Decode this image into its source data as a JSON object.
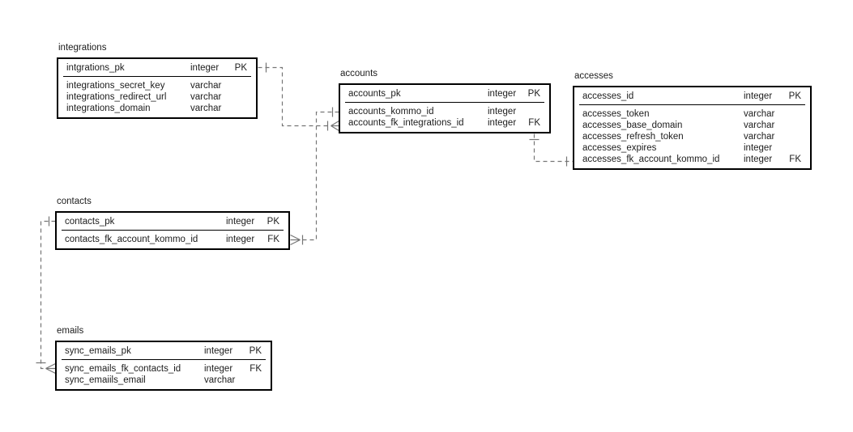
{
  "diagram": {
    "background": "#ffffff",
    "line_color": "#757575",
    "box_border_color": "#000000",
    "box_fill_color": "#ffffff",
    "text_color": "#1c1c1c"
  },
  "entities": [
    {
      "name": "integrations",
      "title": "integrations",
      "columns": [
        {
          "name": "intgrations_pk",
          "type": "integer",
          "key": "PK"
        },
        {
          "name": "integrations_secret_key",
          "type": "varchar",
          "key": ""
        },
        {
          "name": "integrations_redirect_url",
          "type": "varchar",
          "key": ""
        },
        {
          "name": "integrations_domain",
          "type": "varchar",
          "key": ""
        }
      ]
    },
    {
      "name": "accounts",
      "title": "accounts",
      "columns": [
        {
          "name": "accounts_pk",
          "type": "integer",
          "key": "PK"
        },
        {
          "name": "accounts_kommo_id",
          "type": "integer",
          "key": ""
        },
        {
          "name": "accounts_fk_integrations_id",
          "type": "integer",
          "key": "FK"
        }
      ]
    },
    {
      "name": "accesses",
      "title": "accesses",
      "columns": [
        {
          "name": "accesses_id",
          "type": "integer",
          "key": "PK"
        },
        {
          "name": "accesses_token",
          "type": "varchar",
          "key": ""
        },
        {
          "name": "accesses_base_domain",
          "type": "varchar",
          "key": ""
        },
        {
          "name": "accesses_refresh_token",
          "type": "varchar",
          "key": ""
        },
        {
          "name": "accesses_expires",
          "type": "integer",
          "key": ""
        },
        {
          "name": "accesses_fk_account_kommo_id",
          "type": "integer",
          "key": "FK"
        }
      ]
    },
    {
      "name": "contacts",
      "title": "contacts",
      "columns": [
        {
          "name": "contacts_pk",
          "type": "integer",
          "key": "PK"
        },
        {
          "name": "contacts_fk_account_kommo_id",
          "type": "integer",
          "key": "FK"
        }
      ]
    },
    {
      "name": "emails",
      "title": "emails",
      "columns": [
        {
          "name": "sync_emails_pk",
          "type": "integer",
          "key": "PK"
        },
        {
          "name": "sync_emails_fk_contacts_id",
          "type": "integer",
          "key": "FK"
        },
        {
          "name": "sync_emaiils_email",
          "type": "varchar",
          "key": ""
        }
      ]
    }
  ],
  "relationships": [
    {
      "from": "integrations.intgrations_pk",
      "to": "accounts.accounts_fk_integrations_id",
      "from_cardinality": "one",
      "to_cardinality": "one-many"
    },
    {
      "from": "accounts.accounts_kommo_id",
      "to": "contacts.contacts_fk_account_kommo_id",
      "from_cardinality": "one",
      "to_cardinality": "one-many"
    },
    {
      "from": "accounts.accounts_kommo_id",
      "to": "accesses.accesses_fk_account_kommo_id",
      "from_cardinality": "one",
      "to_cardinality": "one"
    },
    {
      "from": "contacts.contacts_pk",
      "to": "emails.sync_emails_fk_contacts_id",
      "from_cardinality": "one",
      "to_cardinality": "one-many"
    }
  ]
}
